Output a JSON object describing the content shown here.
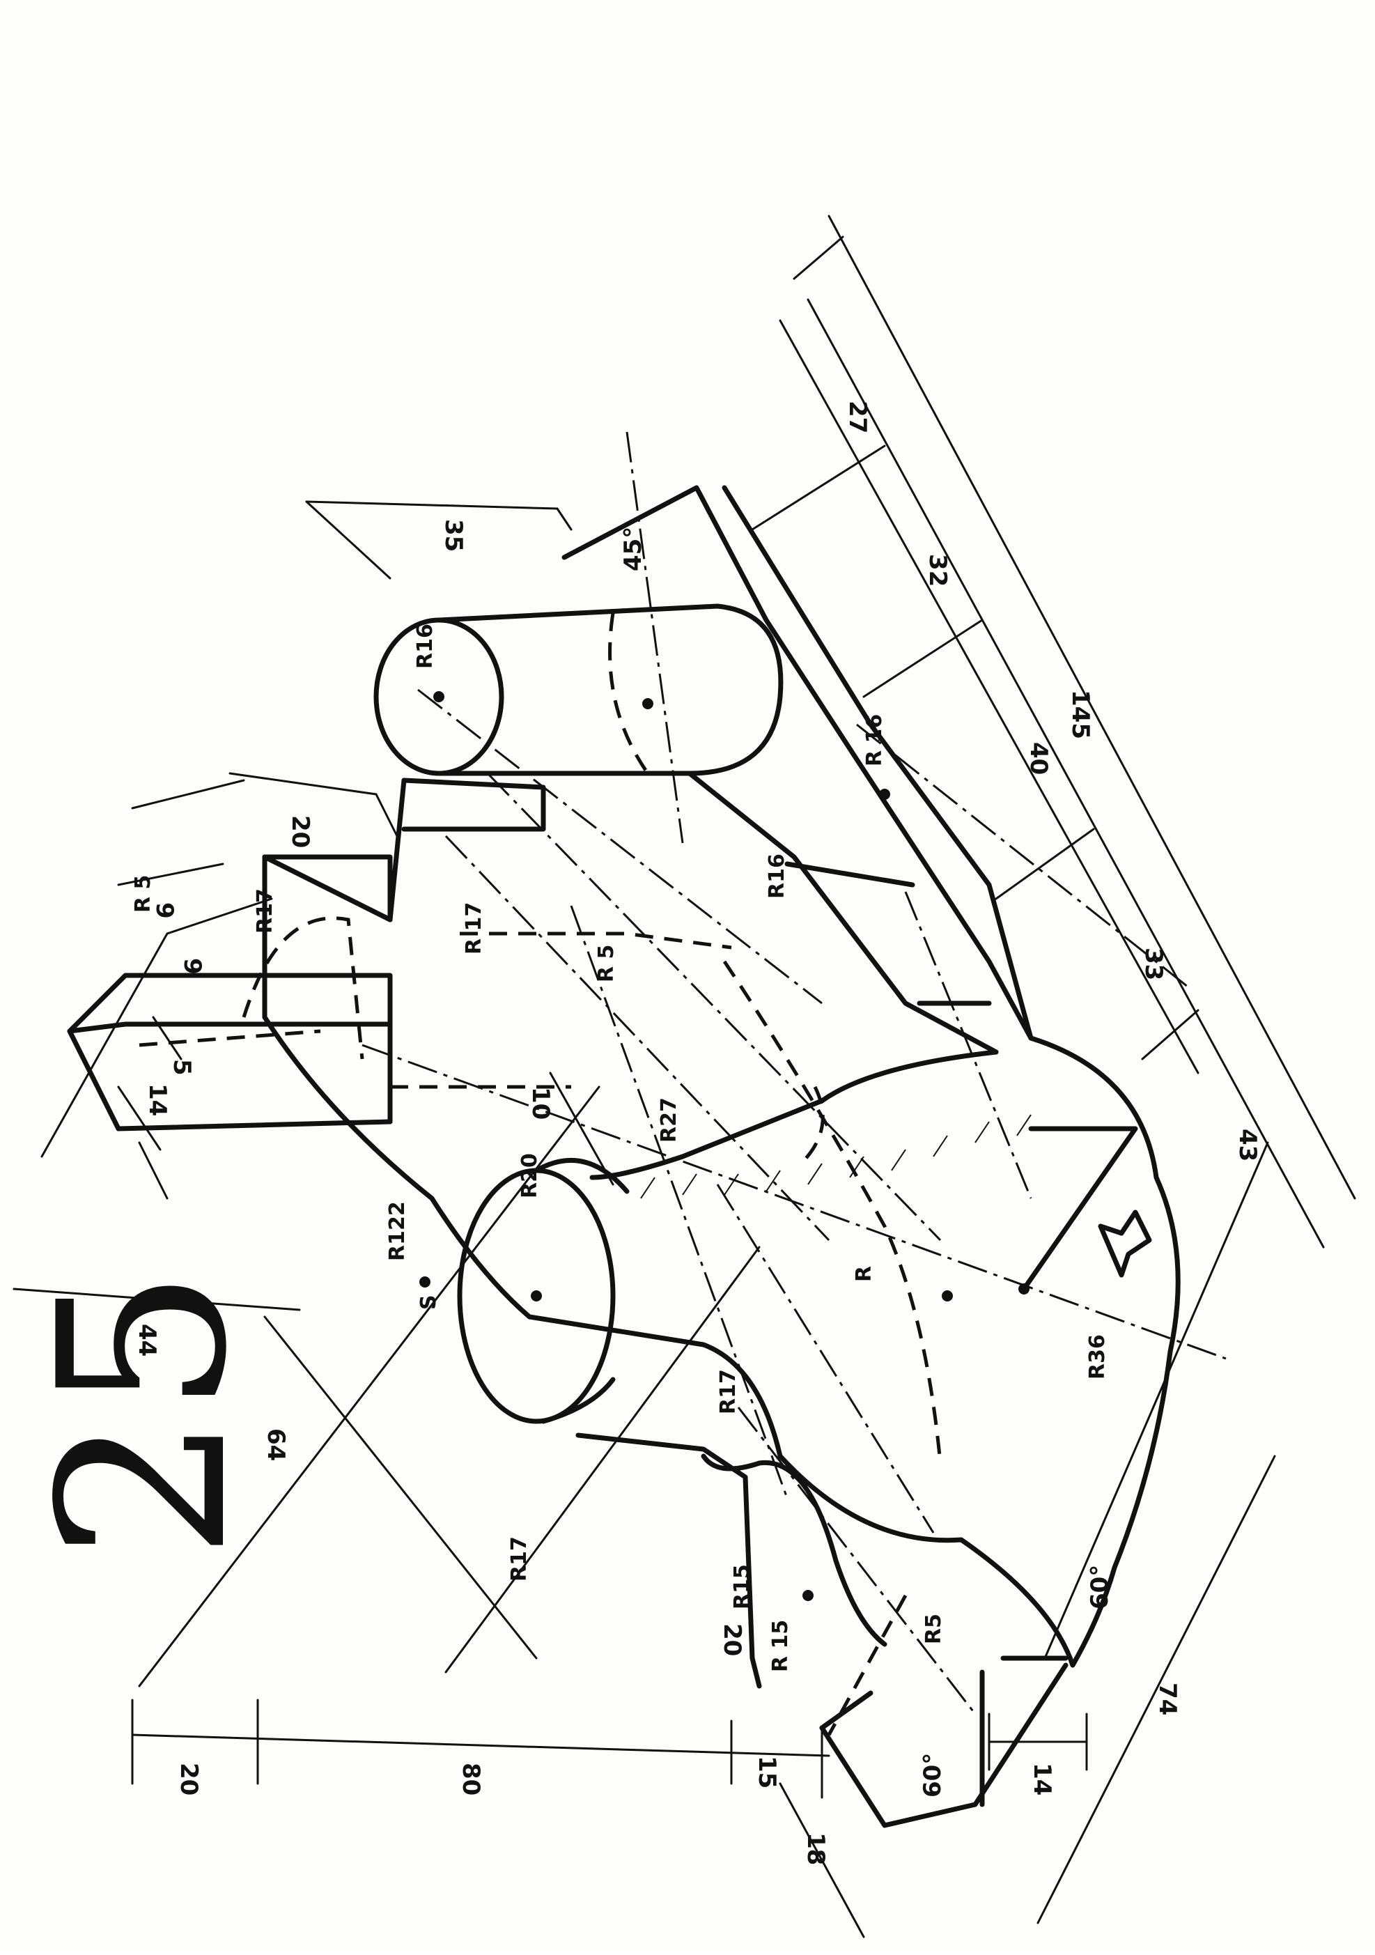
{
  "sheet_number": "25",
  "dimensions": {
    "d44": "44",
    "d64": "64",
    "d20_left": "20",
    "d80": "80",
    "d15": "15",
    "d18": "18",
    "d14": "14",
    "d74": "74",
    "d43": "43",
    "d33": "33",
    "d40": "40",
    "d145": "145",
    "d32": "32",
    "d27": "27",
    "d35": "35",
    "d20_top": "20",
    "d9a": "9",
    "d9b": "9",
    "d14_top": "14",
    "d5_top": "5",
    "d10": "10",
    "d20_lower": "20"
  },
  "radii": {
    "r5_top": "R 5",
    "r5_mid": "R 5",
    "r17_a": "R17",
    "r17_b": "R 17",
    "r122": "R122",
    "r20": "R20",
    "r27": "R27",
    "r": "R",
    "r36": "R36",
    "r17_c": "R17",
    "r17_d": "R17",
    "r16_a": "R16",
    "r16_b": "R16",
    "r16_c": "R 16",
    "r15_a": "R15",
    "r15_b": "R 15",
    "r5_low": "R5",
    "s": "S"
  },
  "angles": {
    "a45": "45°",
    "a60_right": "60°",
    "a60_low": "60°"
  }
}
